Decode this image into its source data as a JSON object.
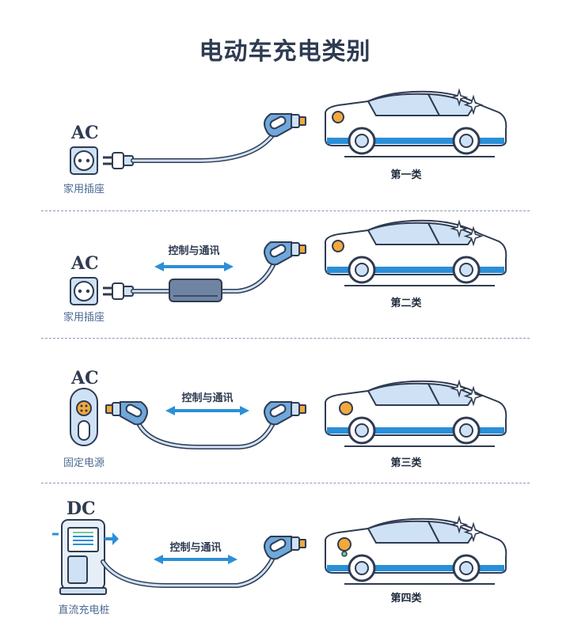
{
  "title": "电动车充电类别",
  "sections": [
    {
      "type_label": "AC",
      "source_label": "家用插座",
      "class_label": "第一类"
    },
    {
      "type_label": "AC",
      "source_label": "家用插座",
      "class_label": "第二类",
      "comm_label": "控制与通讯"
    },
    {
      "type_label": "AC",
      "source_label": "固定电源",
      "class_label": "第三类",
      "comm_label": "控制与通讯"
    },
    {
      "type_label": "DC",
      "source_label": "直流充电桩",
      "class_label": "第四类",
      "comm_label": "控制与通讯"
    }
  ],
  "colors": {
    "outline": "#2f3b52",
    "accent_blue": "#2b8fd8",
    "light_blue": "#cfe2f5",
    "plug_blue": "#6fa8dc",
    "pin_orange": "#f2a93b",
    "gray_box": "#6f84a3"
  },
  "icons": [
    "wall-socket-icon",
    "plug-icon",
    "charger-handle-icon",
    "control-box-icon",
    "wallbox-icon",
    "dc-charger-icon",
    "car-icon",
    "sparkle-icon",
    "double-arrow-icon"
  ]
}
